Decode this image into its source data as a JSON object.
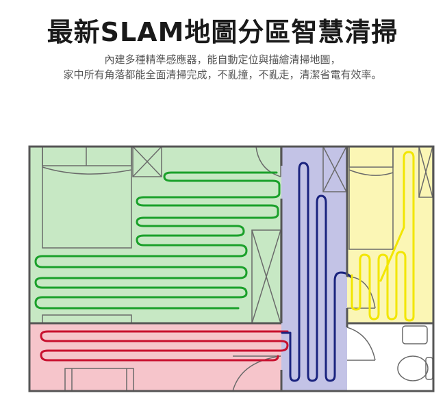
{
  "header": {
    "title": "最新SLAM地圖分區智慧清掃",
    "subtitle_line1": "內建多種精準感應器，能自動定位與描繪清掃地圖，",
    "subtitle_line2": "家中所有角落都能全面清掃完成，不亂撞，不亂走，清潔省電有效率。"
  },
  "colors": {
    "room_green_fill": "#c7e8c4",
    "room_blue_fill": "#c3c3e6",
    "room_yellow_fill": "#fbf6b5",
    "room_red_fill": "#f6c5cb",
    "path_green": "#1aa02a",
    "path_blue": "#1a237e",
    "path_yellow": "#f2e600",
    "path_red": "#c8102e",
    "wall": "#555555",
    "furniture": "#6a6a6a"
  },
  "zones": [
    {
      "name": "green-zone",
      "color": "green"
    },
    {
      "name": "blue-zone",
      "color": "blue"
    },
    {
      "name": "yellow-zone",
      "color": "yellow"
    },
    {
      "name": "red-zone",
      "color": "red"
    }
  ]
}
